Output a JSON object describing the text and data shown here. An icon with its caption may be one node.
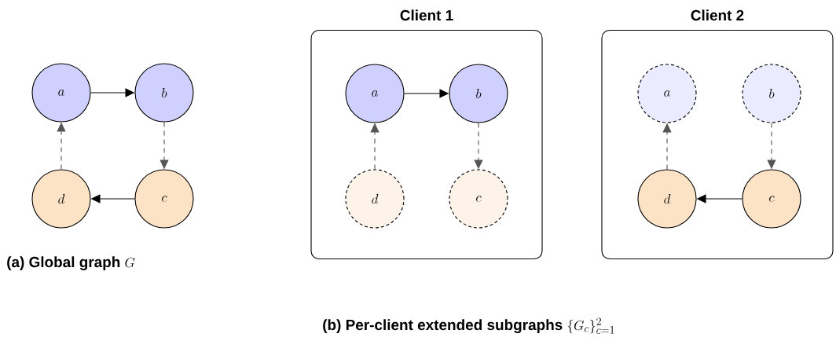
{
  "diagram": {
    "nodes": [
      {
        "text": [
          "a"
        ]
      },
      {
        "text": [
          "b"
        ]
      },
      {
        "text": [
          "d"
        ]
      },
      {
        "text": [
          "c"
        ]
      },
      {
        "text": [
          "Client 1"
        ]
      },
      {
        "text": [
          "a"
        ],
        "in": 4
      },
      {
        "text": [
          "b"
        ],
        "in": 4
      },
      {
        "text": [
          "d"
        ],
        "in": 4
      },
      {
        "text": [
          "c"
        ],
        "in": 4
      },
      {
        "text": [
          "Client 2"
        ]
      },
      {
        "text": [
          "a"
        ],
        "in": 9
      },
      {
        "text": [
          "b"
        ],
        "in": 9
      },
      {
        "text": [
          "d"
        ],
        "in": 9
      },
      {
        "text": [
          "c"
        ],
        "in": 9
      }
    ],
    "edges": [
      {
        "from": 0,
        "to": 1,
        "arrow": "to"
      },
      {
        "from": 3,
        "to": 2,
        "arrow": "to"
      },
      {
        "from": 2,
        "to": 0,
        "arrow": "to",
        "style": "dashed",
        "color": "#555555"
      },
      {
        "from": 1,
        "to": 3,
        "arrow": "to",
        "style": "dashed",
        "color": "#555555"
      },
      {
        "from": 5,
        "to": 6,
        "arrow": "to"
      },
      {
        "from": 7,
        "to": 5,
        "arrow": "to",
        "style": "dashed",
        "color": "#555555"
      },
      {
        "from": 6,
        "to": 8,
        "arrow": "to",
        "style": "dashed",
        "color": "#555555"
      },
      {
        "from": 12,
        "to": 10,
        "arrow": "to",
        "style": "dashed",
        "color": "#555555"
      },
      {
        "from": 11,
        "to": 13,
        "arrow": "to",
        "style": "dashed",
        "color": "#555555"
      },
      {
        "from": 13,
        "to": 12,
        "arrow": "to"
      }
    ],
    "labels": [
      "(a) Global graph",
      "G",
      "(b) Per-client extended subgraphs",
      "\\{G_c\\}_{c=1}^{2}"
    ]
  }
}
